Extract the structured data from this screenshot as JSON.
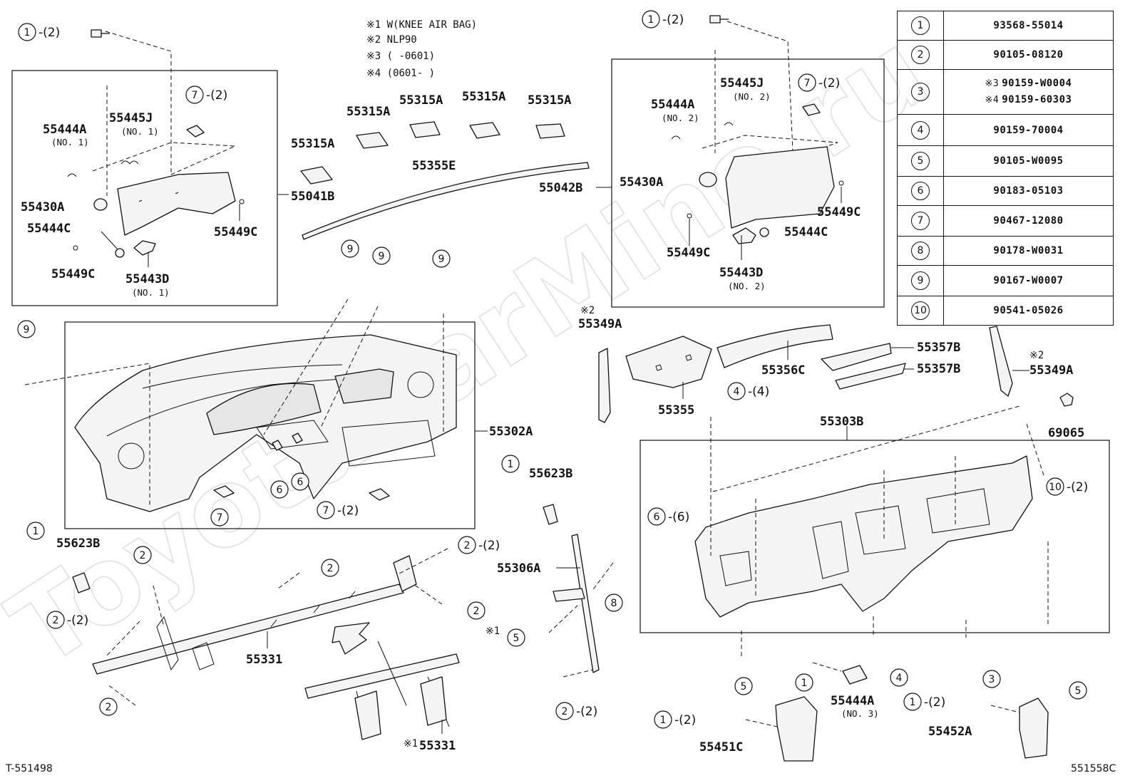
{
  "watermark": "ToyotaCarMine.ru",
  "notes": [
    "※1 W(KNEE AIR BAG)",
    "※2 NLP90",
    "※3 (      -0601)",
    "※4 (0601-      )"
  ],
  "parts_table": [
    {
      "num": "1",
      "parts": [
        "93568-55014"
      ]
    },
    {
      "num": "2",
      "parts": [
        "90105-08120"
      ]
    },
    {
      "num": "3",
      "parts": [
        "90159-W0004",
        "90159-60303"
      ],
      "marks": [
        "※3",
        "※4"
      ]
    },
    {
      "num": "4",
      "parts": [
        "90159-70004"
      ]
    },
    {
      "num": "5",
      "parts": [
        "90105-W0095"
      ]
    },
    {
      "num": "6",
      "parts": [
        "90183-05103"
      ]
    },
    {
      "num": "7",
      "parts": [
        "90467-12080"
      ]
    },
    {
      "num": "8",
      "parts": [
        "90178-W0031"
      ]
    },
    {
      "num": "9",
      "parts": [
        "90167-W0007"
      ]
    },
    {
      "num": "10",
      "parts": [
        "90541-05026"
      ]
    }
  ],
  "labels": {
    "l_55444A_1": "55444A",
    "l_55444A_1_sub": "(NO. 1)",
    "l_55445J_1": "55445J",
    "l_55445J_1_sub": "(NO. 1)",
    "l_55430A_l": "55430A",
    "l_55444C_l": "55444C",
    "l_55449C_l1": "55449C",
    "l_55449C_l2": "55449C",
    "l_55443D_1": "55443D",
    "l_55443D_1_sub": "(NO. 1)",
    "l_55041B": "55041B",
    "l_55315A_1": "55315A",
    "l_55315A_2": "55315A",
    "l_55315A_3": "55315A",
    "l_55315A_4": "55315A",
    "l_55315A_5": "55315A",
    "l_55355E": "55355E",
    "l_55042B": "55042B",
    "l_55444A_2": "55444A",
    "l_55444A_2_sub": "(NO. 2)",
    "l_55445J_2": "55445J",
    "l_55445J_2_sub": "(NO. 2)",
    "l_55430A_r": "55430A",
    "l_55449C_r1": "55449C",
    "l_55449C_r2": "55449C",
    "l_55444C_r": "55444C",
    "l_55443D_2": "55443D",
    "l_55443D_2_sub": "(NO. 2)",
    "l_55302A": "55302A",
    "l_55349A_l": "55349A",
    "l_55349A_r": "55349A",
    "l_55355": "55355",
    "l_55356C": "55356C",
    "l_55357B_1": "55357B",
    "l_55357B_2": "55357B",
    "l_55303B": "55303B",
    "l_69065": "69065",
    "l_55623B_r": "55623B",
    "l_55623B_l": "55623B",
    "l_55306A": "55306A",
    "l_55331": "55331",
    "l_55331_b": "55331",
    "l_55444A_3": "55444A",
    "l_55444A_3_sub": "(NO. 3)",
    "l_55451C": "55451C",
    "l_55452A": "55452A",
    "m_1": "※1",
    "m_2a": "※2",
    "m_2b": "※2",
    "m_3": "※1"
  },
  "callouts": {
    "c1": "1",
    "c1q": "-(2)",
    "c2": "1",
    "c2q": "-(2)",
    "c3": "7",
    "c3q": "-(2)",
    "c4": "7",
    "c4q": "-(2)",
    "c5": "9",
    "c6": "9",
    "c7": "9",
    "c8": "9",
    "c9": "6",
    "c10": "6",
    "c11": "7",
    "c12": "7",
    "c12q": "-(2)",
    "c13": "4",
    "c13q": "-(4)",
    "c14": "1",
    "c15": "1",
    "c16": "2",
    "c17": "2",
    "c18": "2",
    "c18q": "-(2)",
    "c19": "2",
    "c19q": "-(2)",
    "c20": "2",
    "c21": "2",
    "c22": "8",
    "c23": "5",
    "c24": "2",
    "c24q": "-(2)",
    "c25": "6",
    "c25q": "-(6)",
    "c26": "10",
    "c26q": "-(2)",
    "c27": "5",
    "c28": "1",
    "c29": "4",
    "c30": "3",
    "c31": "5",
    "c32": "1",
    "c32q": "-(2)",
    "c33": "1",
    "c33q": "-(2)"
  },
  "footer": {
    "left": "T-551498",
    "right": "551558C"
  }
}
